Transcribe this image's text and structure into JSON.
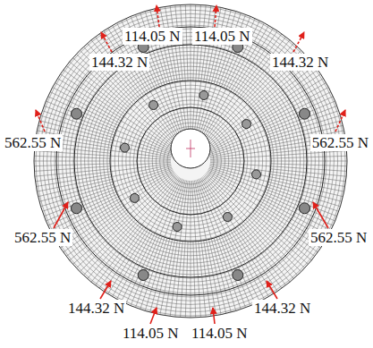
{
  "diagram": {
    "labels": [
      "114.05 N",
      "114.05 N",
      "144.32 N",
      "144.32 N",
      "562.55 N",
      "562.55 N",
      "562.55 N",
      "562.55 N",
      "144.32 N",
      "144.32 N",
      "114.05 N",
      "114.05 N"
    ]
  }
}
